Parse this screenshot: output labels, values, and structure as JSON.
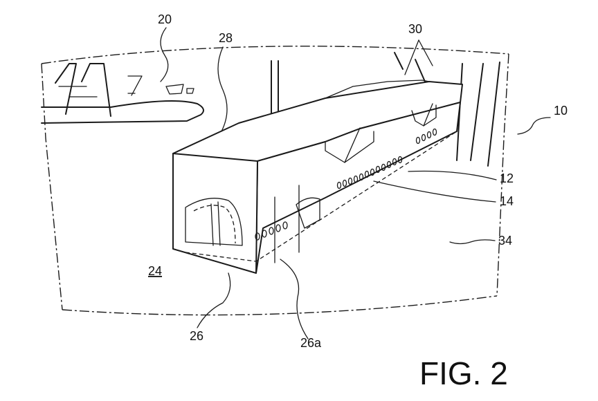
{
  "figure": {
    "caption": "FIG. 2",
    "labels": {
      "ref_10": "10",
      "ref_12": "12",
      "ref_14": "14",
      "ref_20": "20",
      "ref_24": "24",
      "ref_26": "26",
      "ref_26a": "26a",
      "ref_28": "28",
      "ref_30": "30",
      "ref_34": "34"
    }
  }
}
